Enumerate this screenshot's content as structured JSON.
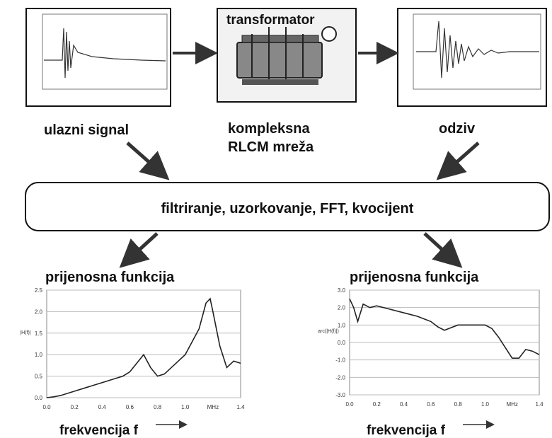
{
  "diagram": {
    "input_label": "ulazni signal",
    "transformer_label": "transformator",
    "network_label_line1": "kompleksna",
    "network_label_line2": "RLCM mreža",
    "response_label": "odziv",
    "process_label": "filtriranje, uzorkovanje, FFT, kvocijent",
    "amp_title": "prijenosna funkcija",
    "amp_subtitle": "amplituda",
    "phase_title": "prijenosna funkcija",
    "phase_subtitle": "faza",
    "xlabel": "frekvencija f"
  },
  "chart_data": [
    {
      "type": "line",
      "title": "prijenosna funkcija",
      "subtitle": "amplituda",
      "xlabel": "frekvencija f",
      "ylabel": "|H(f)|",
      "x_unit": "MHz",
      "xlim": [
        0,
        1.4
      ],
      "ylim": [
        0,
        2.5
      ],
      "x_ticks": [
        "0.0",
        "0.2",
        "0.4",
        "0.6",
        "0.8",
        "1.0",
        "MHz",
        "1.4"
      ],
      "y_ticks": [
        "0.0",
        "0.5",
        "1.0",
        "1.5",
        "2.0",
        "2.5"
      ],
      "grid": true,
      "x": [
        0,
        0.05,
        0.1,
        0.2,
        0.3,
        0.4,
        0.5,
        0.55,
        0.6,
        0.65,
        0.7,
        0.75,
        0.8,
        0.85,
        0.9,
        1.0,
        1.05,
        1.1,
        1.15,
        1.18,
        1.2,
        1.25,
        1.3,
        1.35,
        1.4
      ],
      "y": [
        0.0,
        0.02,
        0.05,
        0.15,
        0.25,
        0.35,
        0.45,
        0.5,
        0.6,
        0.8,
        1.0,
        0.7,
        0.5,
        0.55,
        0.7,
        1.0,
        1.3,
        1.6,
        2.2,
        2.3,
        2.0,
        1.2,
        0.7,
        0.85,
        0.8
      ]
    },
    {
      "type": "line",
      "title": "prijenosna funkcija",
      "subtitle": "faza",
      "xlabel": "frekvencija f",
      "ylabel": "arc(|H(f)|)",
      "x_unit": "MHz",
      "xlim": [
        0,
        1.4
      ],
      "ylim": [
        -3,
        3
      ],
      "x_ticks": [
        "0.0",
        "0.2",
        "0.4",
        "0.6",
        "0.8",
        "1.0",
        "MHz",
        "1.4"
      ],
      "y_ticks": [
        "3.0",
        "2.0",
        "1.0",
        "0.0",
        "-1.0",
        "-2.0",
        "-3.0"
      ],
      "grid": true,
      "x": [
        0,
        0.03,
        0.06,
        0.1,
        0.15,
        0.2,
        0.3,
        0.4,
        0.5,
        0.6,
        0.65,
        0.7,
        0.8,
        0.9,
        1.0,
        1.05,
        1.1,
        1.15,
        1.2,
        1.25,
        1.3,
        1.35,
        1.4
      ],
      "y": [
        2.5,
        2.0,
        1.2,
        2.2,
        2.0,
        2.1,
        1.9,
        1.7,
        1.5,
        1.2,
        0.9,
        0.7,
        1.0,
        1.0,
        1.0,
        0.8,
        0.3,
        -0.3,
        -0.9,
        -0.9,
        -0.4,
        -0.5,
        -0.7
      ]
    }
  ]
}
